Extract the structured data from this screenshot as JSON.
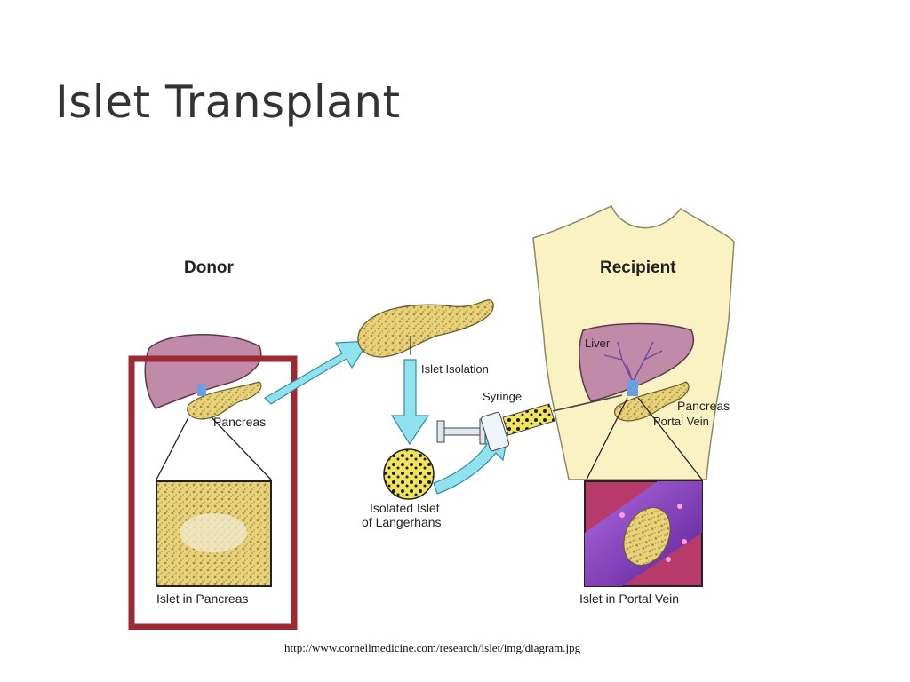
{
  "slide": {
    "title": "Islet Transplant",
    "caption": "http://www.cornellmedicine.com/research/islet/img/diagram.jpg"
  },
  "diagram": {
    "donor_label": "Donor",
    "recipient_label": "Recipient",
    "donor_pancreas_label": "Pancreas",
    "islet_isolation_label": "Islet Isolation",
    "syringe_label": "Syringe",
    "isolated_islet_label_line1": "Isolated Islet",
    "isolated_islet_label_line2": "of Langerhans",
    "liver_label": "Liver",
    "recipient_pancreas_label": "Pancreas",
    "portal_vein_label": "Portal Vein",
    "islet_in_pancreas_label": "Islet in Pancreas",
    "islet_in_portal_vein_label": "Islet in Portal Vein"
  },
  "colors": {
    "highlight_frame": "#9b2a35",
    "arrow": "#8fe3ef",
    "organ_liver": "#b07a9a",
    "organ_pancreas": "#f0dc78",
    "body_skin": "#fbf2c4",
    "vein": "#8a3fc0"
  }
}
